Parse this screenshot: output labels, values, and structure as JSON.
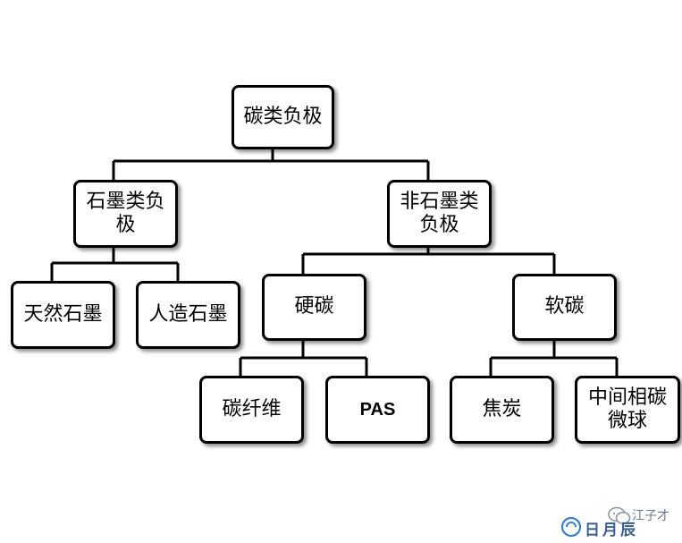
{
  "nodes": {
    "root": "碳类负极",
    "graphite": "石墨类负极",
    "non_graphite": "非石墨类负极",
    "natural_graphite": "天然石墨",
    "artificial_graphite": "人造石墨",
    "hard_carbon": "硬碳",
    "soft_carbon": "软碳",
    "carbon_fiber": "碳纤维",
    "pas": "PAS",
    "coke": "焦炭",
    "mcmb": "中间相碳微球"
  },
  "watermark": {
    "author": "江子才",
    "brand": "日月辰"
  },
  "colors": {
    "line": "#000000",
    "border": "#000000",
    "background": "#ffffff"
  }
}
